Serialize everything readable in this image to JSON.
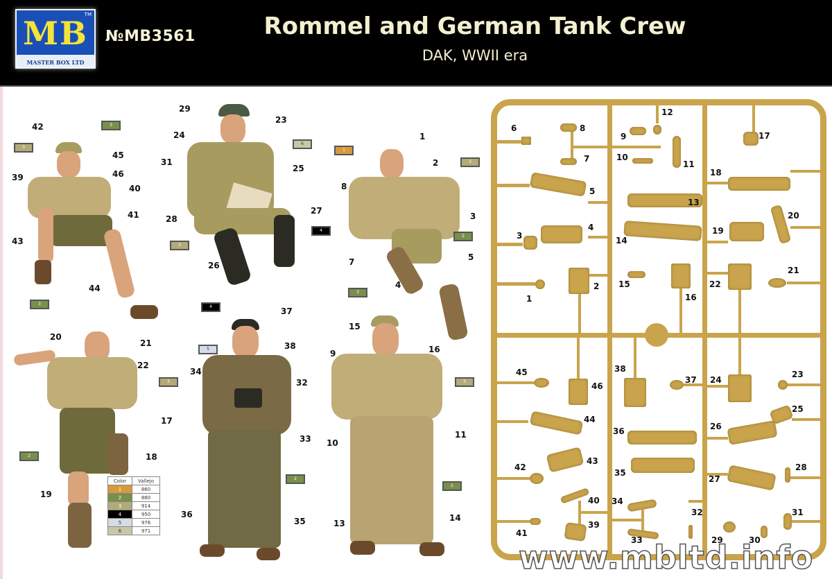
{
  "header": {
    "logo": {
      "letters": "MB",
      "trademark": "TM",
      "company": "MASTER BOX LTD"
    },
    "catalog_number": "№MB3561",
    "title": "Rommel and German Tank Crew",
    "subtitle": "DAK, WWII era"
  },
  "figures": [
    {
      "name": "crouching-soldier",
      "parts": [
        "42",
        "45",
        "46",
        "40",
        "41",
        "39",
        "43",
        "44"
      ],
      "paint_swatches": [
        "3",
        "3",
        "3"
      ]
    },
    {
      "name": "rommel-seated",
      "parts": [
        "29",
        "23",
        "24",
        "31",
        "25",
        "28",
        "27",
        "26"
      ],
      "paint_swatches": [
        "6",
        "3",
        "4"
      ]
    },
    {
      "name": "seated-officer-goggles",
      "parts": [
        "1",
        "2",
        "8",
        "3",
        "7",
        "5",
        "4"
      ],
      "paint_swatches": [
        "1",
        "3",
        "2",
        "3"
      ]
    },
    {
      "name": "pointing-soldier",
      "parts": [
        "20",
        "21",
        "22",
        "17",
        "18",
        "19"
      ],
      "paint_swatches": [
        "3",
        "2"
      ]
    },
    {
      "name": "standing-crewman-binoculars",
      "parts": [
        "37",
        "38",
        "34",
        "32",
        "33",
        "36",
        "35"
      ],
      "paint_swatches": [
        "4",
        "5",
        "2"
      ]
    },
    {
      "name": "standing-soldier-hand-on-hip",
      "parts": [
        "15",
        "16",
        "9",
        "10",
        "11",
        "13",
        "14"
      ],
      "paint_swatches": [
        "3",
        "2"
      ]
    }
  ],
  "paint_table": {
    "headers": [
      "Color",
      "Vallejo"
    ],
    "rows": [
      {
        "swatch": "1",
        "color": "#d69b3c",
        "vallejo": "860"
      },
      {
        "swatch": "2",
        "color": "#7a8f4b",
        "vallejo": "880"
      },
      {
        "swatch": "3",
        "color": "#b2aa78",
        "vallejo": "914"
      },
      {
        "swatch": "4",
        "color": "#000000",
        "vallejo": "950"
      },
      {
        "swatch": "5",
        "color": "#d4dce6",
        "vallejo": "976"
      },
      {
        "swatch": "6",
        "color": "#c8c8a8",
        "vallejo": "971"
      }
    ]
  },
  "callouts": {
    "n1": "1",
    "n2": "2",
    "n3": "3",
    "n4": "4",
    "n5": "5",
    "n7": "7",
    "n8": "8",
    "n9": "9",
    "n10": "10",
    "n11": "11",
    "n13": "13",
    "n14": "14",
    "n15": "15",
    "n16": "16",
    "n17": "17",
    "n18": "18",
    "n19": "19",
    "n20": "20",
    "n21": "21",
    "n22": "22",
    "n23": "23",
    "n24": "24",
    "n25": "25",
    "n26": "26",
    "n27": "27",
    "n28": "28",
    "n29": "29",
    "n31": "31",
    "n32": "32",
    "n33": "33",
    "n34": "34",
    "n35": "35",
    "n36": "36",
    "n37": "37",
    "n38": "38",
    "n39": "39",
    "n40": "40",
    "n41": "41",
    "n42": "42",
    "n43": "43",
    "n44": "44",
    "n45": "45",
    "n46": "46"
  },
  "sprue": {
    "part_numbers": {
      "p1": "1",
      "p2": "2",
      "p3": "3",
      "p4": "4",
      "p5": "5",
      "p6": "6",
      "p7": "7",
      "p8": "8",
      "p9": "9",
      "p10": "10",
      "p11": "11",
      "p12": "12",
      "p13": "13",
      "p14": "14",
      "p15": "15",
      "p16": "16",
      "p17": "17",
      "p18": "18",
      "p19": "19",
      "p20": "20",
      "p21": "21",
      "p22": "22",
      "p23": "23",
      "p24": "24",
      "p25": "25",
      "p26": "26",
      "p27": "27",
      "p28": "28",
      "p29": "29",
      "p30": "30",
      "p31": "31",
      "p32": "32",
      "p33": "33",
      "p34": "34",
      "p35": "35",
      "p36": "36",
      "p37": "37",
      "p38": "38",
      "p39": "39",
      "p40": "40",
      "p41": "41",
      "p42": "42",
      "p43": "43",
      "p44": "44",
      "p45": "45",
      "p46": "46"
    },
    "color": "#c9a44c"
  },
  "footer": {
    "website": "www.mbltd.info"
  }
}
